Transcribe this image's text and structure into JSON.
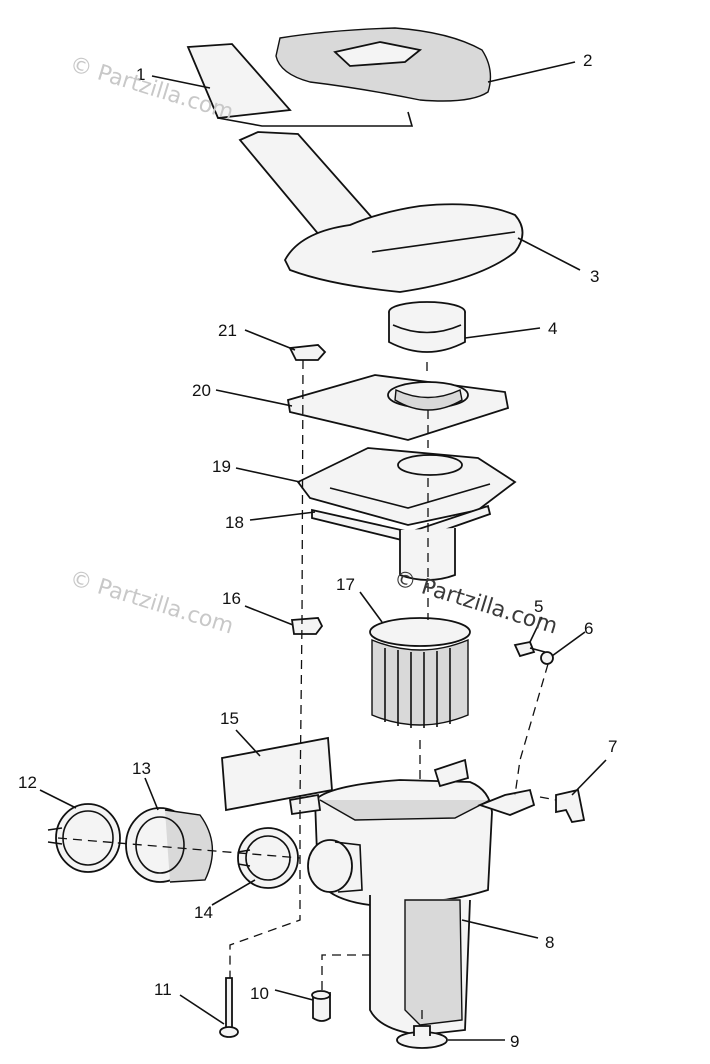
{
  "watermarks": {
    "top": "© Partzilla.com",
    "middle_left": "© Partzilla.com",
    "middle_right": "© Partzilla.com"
  },
  "callouts": [
    {
      "id": "1",
      "text": "1"
    },
    {
      "id": "2",
      "text": "2"
    },
    {
      "id": "3",
      "text": "3"
    },
    {
      "id": "4",
      "text": "4"
    },
    {
      "id": "5",
      "text": "5"
    },
    {
      "id": "6",
      "text": "6"
    },
    {
      "id": "7",
      "text": "7"
    },
    {
      "id": "8",
      "text": "8"
    },
    {
      "id": "9",
      "text": "9"
    },
    {
      "id": "10",
      "text": "10"
    },
    {
      "id": "11",
      "text": "11"
    },
    {
      "id": "12",
      "text": "12"
    },
    {
      "id": "13",
      "text": "13"
    },
    {
      "id": "14",
      "text": "14"
    },
    {
      "id": "15",
      "text": "15"
    },
    {
      "id": "16",
      "text": "16"
    },
    {
      "id": "17",
      "text": "17"
    },
    {
      "id": "18",
      "text": "18"
    },
    {
      "id": "19",
      "text": "19"
    },
    {
      "id": "20",
      "text": "20"
    },
    {
      "id": "21",
      "text": "21"
    }
  ]
}
